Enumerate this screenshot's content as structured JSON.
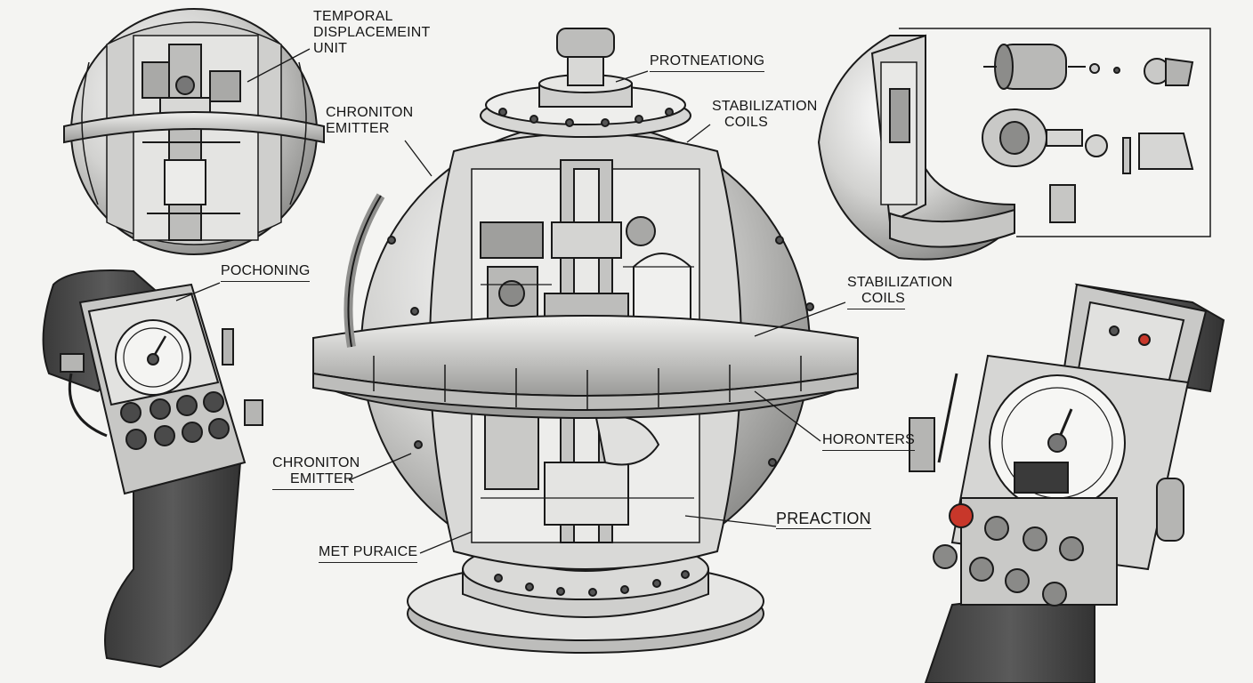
{
  "labels": {
    "temporal": {
      "l1": "TEMPORAL",
      "l2": "DISPLACEMEINT",
      "l3": "UNIT"
    },
    "chroniton_top": {
      "l1": "CHRONITON",
      "l2": "EMITTER"
    },
    "protneationg": "PROTNEATIONG",
    "stab_top": {
      "l1": "STABILIZATION",
      "l2": "COILS"
    },
    "pochoning": "POCHONING",
    "stab_mid": {
      "l1": "STABILIZATION",
      "l2": "COILS"
    },
    "horonters": "HORONTERS",
    "chroniton_mid": {
      "l1": "CHRONITON",
      "l2": "EMITTER"
    },
    "preaction": "PREACTION",
    "metpuraice": "MET PURAICE"
  },
  "colors": {
    "ink": "#1a1a1a",
    "metal_light": "#e6e6e4",
    "metal_mid": "#b9b9b7",
    "metal_dark": "#6f6f6d",
    "strap": "#4a4a4a",
    "red_button": "#c8372a"
  }
}
